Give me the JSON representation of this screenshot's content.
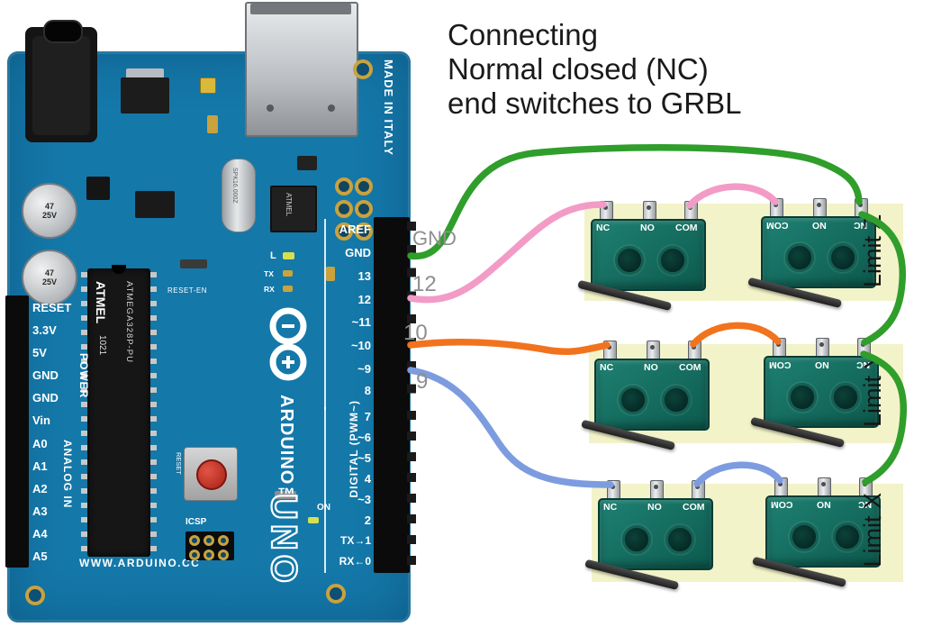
{
  "title": {
    "line1": "Connecting",
    "line2": "Normal closed (NC)",
    "line3": "end switches to GRBL"
  },
  "colors": {
    "green": "#2f9e2b",
    "pink": "#f39bc7",
    "orange": "#f2731d",
    "blue": "#7d9ce0",
    "board_blue": "#1478a9",
    "panel_yellow": "#f3f3c9",
    "switch_teal": "#0d5a4e"
  },
  "callouts": {
    "gnd": "GND",
    "pin12": "12",
    "pin10": "10",
    "pin9": "9"
  },
  "board": {
    "brand": "ARDUINO™",
    "model": "UNO",
    "made_in": "MADE IN ITALY",
    "website": "WWW.ARDUINO.CC",
    "digital_label": "DIGITAL (PWM~)",
    "power_label": "POWER",
    "analog_label": "ANALOG IN",
    "reset_en": "RESET-EN",
    "icsp": "ICSP",
    "on": "ON",
    "led_l": "L",
    "led_tx": "TX",
    "led_rx": "RX",
    "reset": "RESET",
    "crystal": "SPK16.000Z",
    "chip": {
      "brand": "ATMEL",
      "lot": "1021",
      "model": "ATMEGA328P-PU"
    },
    "cap": {
      "line1": "47",
      "line2": "25V"
    },
    "pins_digital_top": [
      "AREF",
      "GND",
      "13",
      "12",
      "~11",
      "~10",
      "~9",
      "8"
    ],
    "pins_digital_bottom": [
      "7",
      "~6",
      "~5",
      "4",
      "~3",
      "2",
      "TX→1",
      "RX←0"
    ],
    "pins_power": [
      "RESET",
      "3.3V",
      "5V",
      "GND",
      "GND",
      "Vin"
    ],
    "pins_analog": [
      "A0",
      "A1",
      "A2",
      "A3",
      "A4",
      "A5"
    ]
  },
  "rows": [
    {
      "label": "Limit Z",
      "left": [
        "NC",
        "NO",
        "COM"
      ],
      "right": [
        "COM",
        "NO",
        "NC"
      ]
    },
    {
      "label": "Limit Y",
      "left": [
        "NC",
        "NO",
        "COM"
      ],
      "right": [
        "COM",
        "NO",
        "NC"
      ]
    },
    {
      "label": "Limit X",
      "left": [
        "NC",
        "NO",
        "COM"
      ],
      "right": [
        "COM",
        "NO",
        "NC"
      ]
    }
  ]
}
